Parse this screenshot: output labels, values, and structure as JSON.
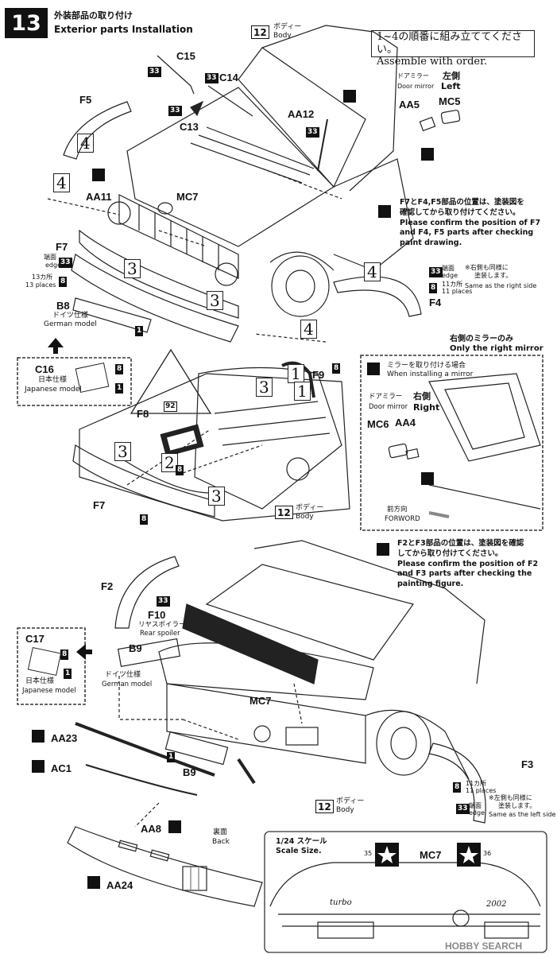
{
  "step": {
    "number": "13",
    "title_jp": "外装部品の取り付け",
    "title_en": "Exterior parts Installation"
  },
  "order_note": {
    "jp": "1~4の順番に組み立ててください。",
    "en": "Assemble with order."
  },
  "body_labels": [
    {
      "num": "12",
      "jp": "ボディー",
      "en": "Body"
    },
    {
      "num": "12",
      "jp": "ボディー",
      "en": "Body"
    },
    {
      "num": "12",
      "jp": "ボディー",
      "en": "Body"
    }
  ],
  "parts": {
    "C15": "C15",
    "C14": "C14",
    "C13": "C13",
    "F5": "F5",
    "AA12": "AA12",
    "AA5": "AA5",
    "MC5": "MC5",
    "AA11": "AA11",
    "MC7a": "MC7",
    "F7a": "F7",
    "B8": "B8",
    "F4": "F4",
    "C16": "C16",
    "F8": "F8",
    "F9": "F9",
    "F7b": "F7",
    "MC6": "MC6",
    "AA4": "AA4",
    "F2": "F2",
    "F10": "F10",
    "C17": "C17",
    "B9a": "B9",
    "MC7b": "MC7",
    "AA23": "AA23",
    "AC1": "AC1",
    "B9b": "B9",
    "F3": "F3",
    "AA8": "AA8",
    "AA24": "AA24",
    "MC7c": "MC7"
  },
  "order_marks": [
    "4",
    "4",
    "3",
    "3",
    "4",
    "4",
    "3",
    "1",
    "3",
    "2",
    "3"
  ],
  "paint_codes": {
    "c33": "33",
    "c8": "8",
    "c1": "1",
    "c92": "92"
  },
  "mirror_left": {
    "jp": "ドアミラー",
    "side_jp": "左側",
    "en": "Door mirror",
    "side_en": "Left"
  },
  "mirror_right": {
    "jp": "ドアミラー",
    "side_jp": "右側",
    "en": "Door mirror",
    "side_en": "Right"
  },
  "note_f7": {
    "jp1": "F7とF4,F5部品の位置は、塗装図を",
    "jp2": "確認してから取り付けてください。",
    "en1": "Please confirm the position of F7",
    "en2": "and F4, F5 parts after checking",
    "en3": "paint drawing."
  },
  "note_f2": {
    "jp1": "F2とF3部品の位置は、塗装図を確認",
    "jp2": "してから取り付けてください。",
    "en1": "Please confirm the position of F2",
    "en2": "and F3 parts after checking the",
    "en3": "painting figure."
  },
  "edge": {
    "jp": "端面",
    "en": "edge"
  },
  "places13": {
    "jp": "13カ所",
    "en": "13 places"
  },
  "places11": {
    "jp": "11カ所",
    "en": "11 places"
  },
  "same_right": {
    "jp": "※右側も同様に",
    "jp2": "塗装します。",
    "en": "Same as the right side"
  },
  "same_left": {
    "jp": "※左側も同様に",
    "jp2": "塗装します。",
    "en": "Same as the left side"
  },
  "german_model": {
    "jp": "ドイツ仕様",
    "en": "German model"
  },
  "japanese_model": {
    "jp": "日本仕様",
    "en": "Japanese model"
  },
  "right_mirror_only": {
    "jp": "右側のミラーのみ",
    "en": "Only the right mirror"
  },
  "when_mirror": {
    "jp": "ミラーを取り付ける場合",
    "en": "When installing a mirror"
  },
  "forward": {
    "jp": "前方向",
    "en": "FORWORD"
  },
  "rear_spoiler": {
    "jp": "リヤスポイラー",
    "en": "Rear spoiler"
  },
  "back": {
    "jp": "裏面",
    "en": "Back"
  },
  "scale": {
    "jp": "1/24 スケール",
    "en": "Scale Size."
  },
  "decals": {
    "d35": "35",
    "d36": "36"
  },
  "trunk_script": {
    "turbo": "turbo",
    "model": "2002"
  },
  "watermark": "HOBBY SEARCH",
  "colors": {
    "ink": "#111111",
    "paper": "#ffffff",
    "line": "#333333"
  }
}
